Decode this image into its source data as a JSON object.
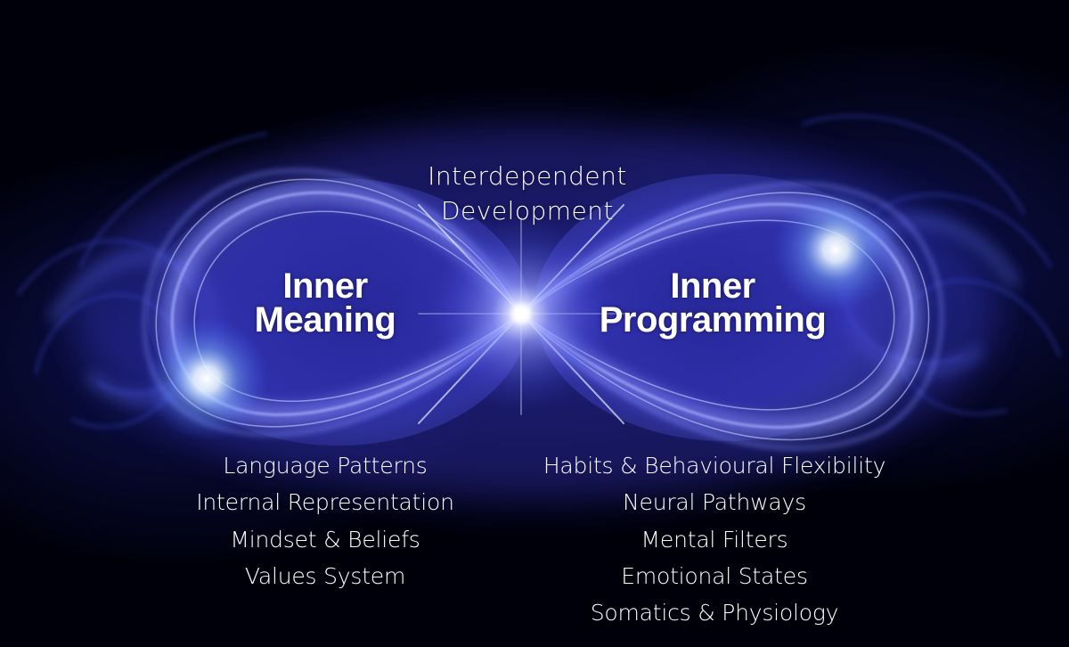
{
  "diagram": {
    "subtitle": {
      "line1": "Interdependent",
      "line2": "Development"
    },
    "left_loop": {
      "title_line1": "Inner",
      "title_line2": "Meaning",
      "items": [
        "Language Patterns",
        "Internal Representation",
        "Mindset & Beliefs",
        "Values System"
      ]
    },
    "right_loop": {
      "title_line1": "Inner",
      "title_line2": "Programming",
      "items": [
        "Habits & Behavioural Flexibility",
        "Neural Pathways",
        "Mental Filters",
        "Emotional States",
        "Somatics & Physiology"
      ]
    },
    "visual": {
      "shape": "infinity-symbol",
      "center_icon": "starburst-icon",
      "colors": {
        "background": "#00000a",
        "glow_primary": "#5a5cf0",
        "glow_light": "#c8d4ff",
        "text": "#ffffff"
      }
    }
  }
}
